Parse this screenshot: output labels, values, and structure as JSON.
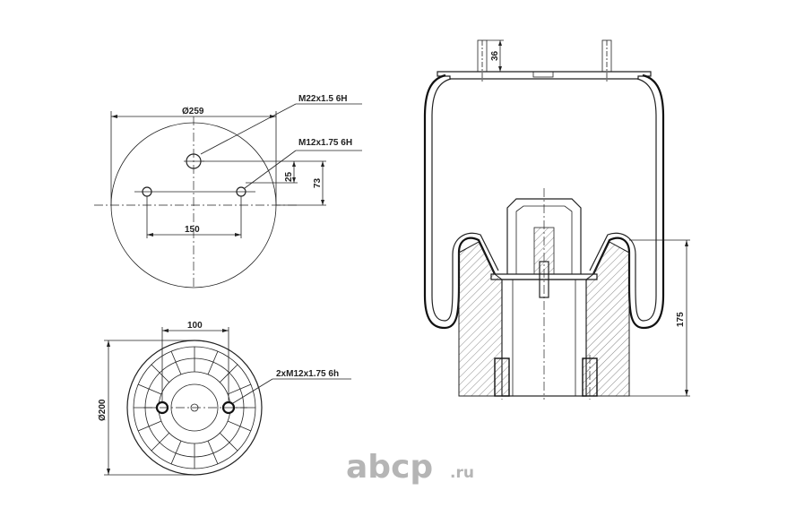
{
  "top_view": {
    "diameter_label": "Ø259",
    "thread_main_label": "M22x1.5 6H",
    "thread_side_label": "M12x1.75 6H",
    "dim_25": "25",
    "dim_73": "73",
    "dim_150": "150"
  },
  "bottom_view": {
    "dim_100": "100",
    "diameter_label": "Ø200",
    "thread_label": "2xM12x1.75 6h"
  },
  "side_view": {
    "dim_36": "36",
    "dim_175": "175"
  },
  "logo": {
    "brand": "abcp",
    "domain": ".ru"
  },
  "colors": {
    "line": "#222222",
    "logo_gray": "#b5b5b5",
    "hatch": "#555555"
  }
}
